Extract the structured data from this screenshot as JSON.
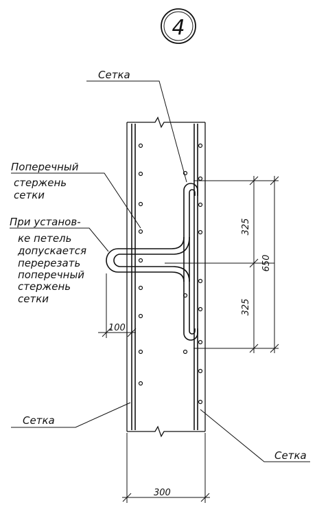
{
  "sheet_number": "4",
  "labels": {
    "mesh_top": "Сетка",
    "cross_bar_line1": "Поперечный",
    "cross_bar_line2": "стержень",
    "cross_bar_line3": "сетки",
    "note_line1": "При установ-",
    "note_line2": "ке петель",
    "note_line3": "допускается",
    "note_line4": "перерезать",
    "note_line5": "поперечный",
    "note_line6": "стержень",
    "note_line7": "сетки",
    "mesh_left": "Сетка",
    "mesh_right": "Сетка"
  },
  "dimensions": {
    "upper_half": "325",
    "lower_half": "325",
    "total_height": "650",
    "loop_offset": "100",
    "wall_thickness": "300"
  }
}
